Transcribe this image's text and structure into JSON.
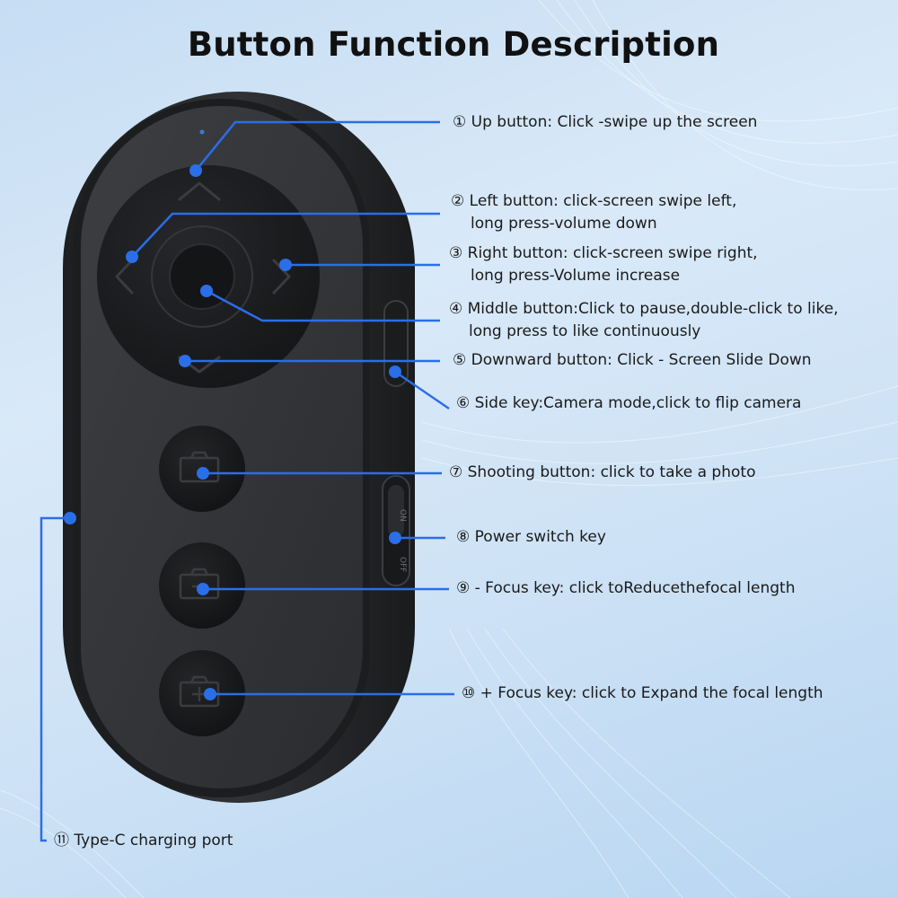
{
  "title": "Button Function Description",
  "accent_color": "#2a6ee8",
  "device_color": "#2b2d30",
  "labels": [
    {
      "lines": [
        "① Up button: Click -swipe up the screen"
      ]
    },
    {
      "lines": [
        "② Left button: click-screen swipe left,",
        "long press-volume down"
      ]
    },
    {
      "lines": [
        "③ Right button: click-screen swipe right,",
        "long press-Volume increase"
      ]
    },
    {
      "lines": [
        "④ Middle button:Click to pause,double-click to like,",
        "long press to like continuously"
      ]
    },
    {
      "lines": [
        "⑤ Downward button: Click - Screen Slide Down"
      ]
    },
    {
      "lines": [
        "⑥ Side key:Camera mode,click to flip camera"
      ]
    },
    {
      "lines": [
        "⑦ Shooting button: click to take a photo"
      ]
    },
    {
      "lines": [
        "⑧ Power switch key"
      ]
    },
    {
      "lines": [
        "⑨ - Focus key: click toReducethefocal length"
      ]
    },
    {
      "lines": [
        "⑩ + Focus key: click to Expand the focal length"
      ]
    },
    {
      "lines": [
        "⑪ Type-C charging port"
      ]
    }
  ],
  "switch_labels": {
    "on": "ON",
    "off": "OFF"
  },
  "icons": [
    "up-chevron-icon",
    "left-chevron-icon",
    "right-chevron-icon",
    "down-chevron-icon",
    "camera-icon",
    "camera-minus-icon",
    "camera-plus-icon"
  ]
}
